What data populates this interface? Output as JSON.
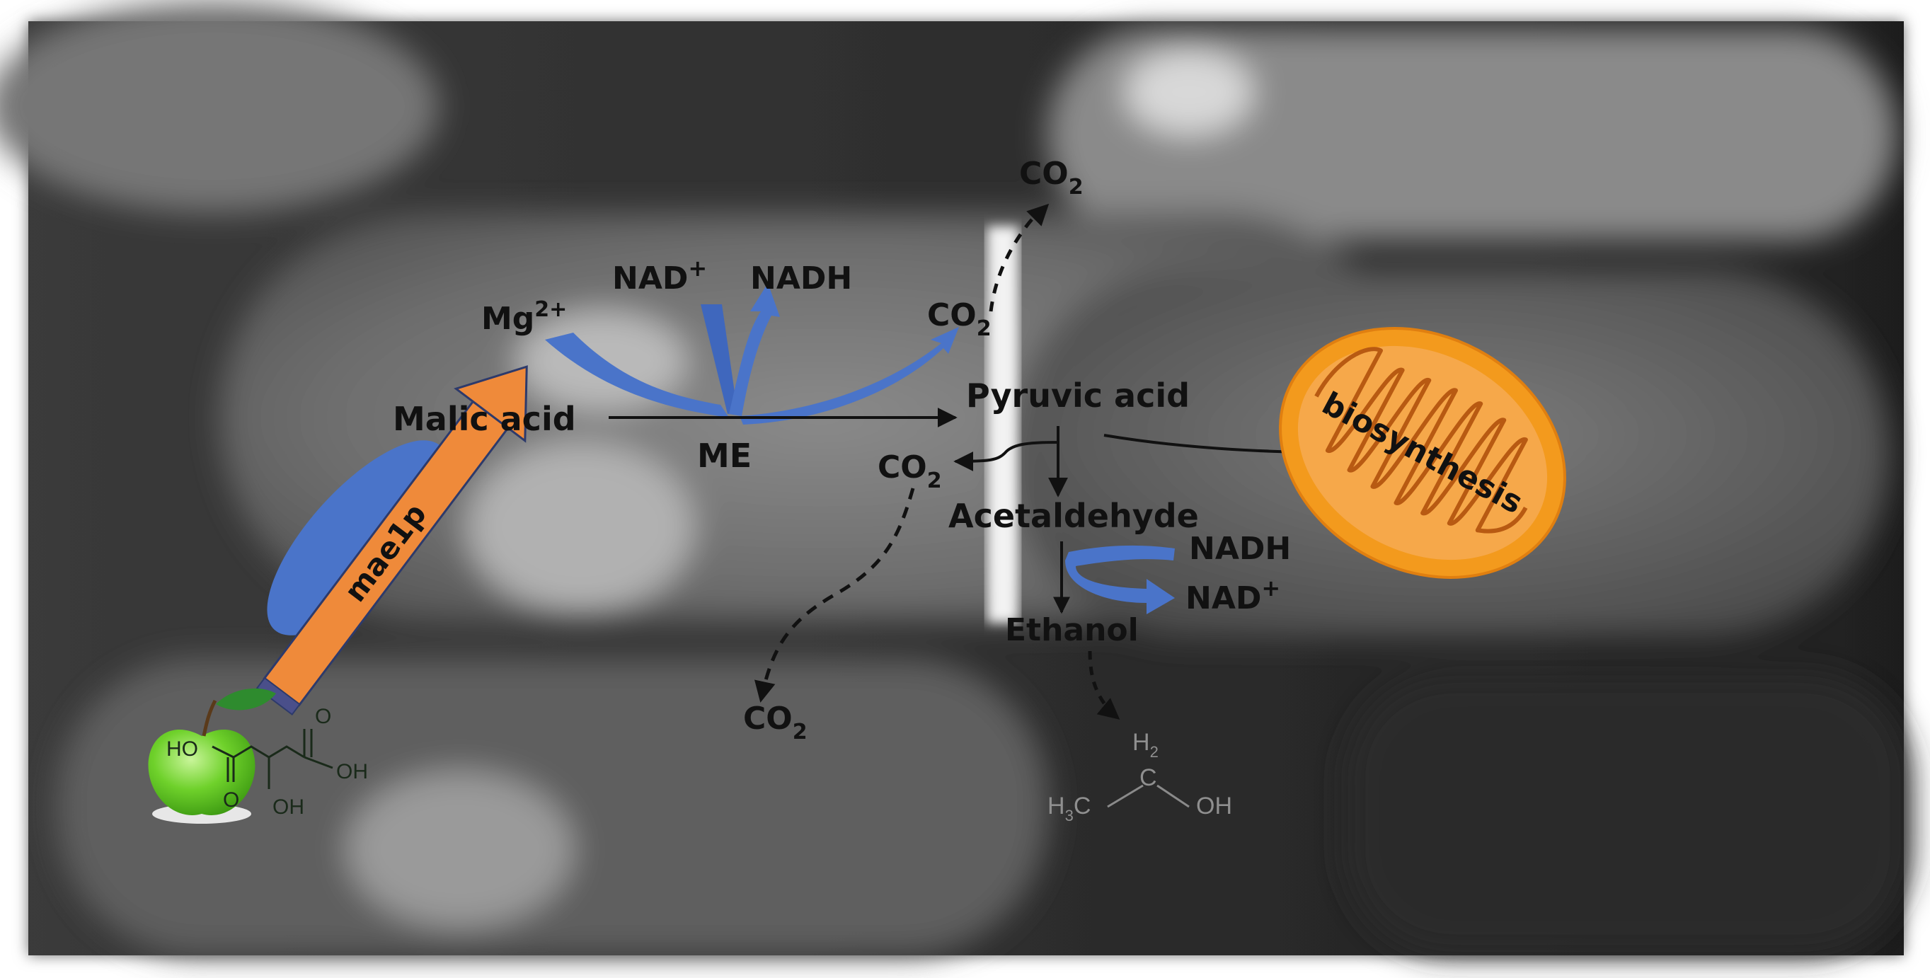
{
  "labels": {
    "malic_acid": "Malic acid",
    "pyruvic_acid": "Pyruvic acid",
    "acetaldehyde": "Acetaldehyde",
    "ethanol": "Ethanol",
    "me": "ME",
    "mg": "Mg",
    "mg_sup": "2+",
    "nad_plus_top": "NAD",
    "nad_plus_top_sup": "+",
    "nadh_top": "NADH",
    "nadh_bottom": "NADH",
    "nad_plus_bottom": "NAD",
    "nad_plus_bottom_sup": "+",
    "co2": "CO",
    "co2_sub": "2",
    "transporter": "mae1p",
    "organelle": "biosynthesis"
  },
  "chem": {
    "malic": {
      "ho_left": "HO",
      "oh_right": "OH",
      "oh_bottom": "OH",
      "o_top": "O",
      "o_bottom": "O"
    },
    "ethanol": {
      "h2": "H",
      "h2_sub": "2",
      "c": "C",
      "h3c": "H",
      "h3c_sub": "3",
      "h3c_c": "C",
      "oh": "OH"
    }
  },
  "colors": {
    "arrow_blue": "#4a74c9",
    "transporter_orange": "#ef8a3a",
    "mito_orange": "#f39a1d",
    "mito_inner": "#e6861a",
    "apple_green": "#6fd12b",
    "leaf_green": "#2e8b2e"
  }
}
